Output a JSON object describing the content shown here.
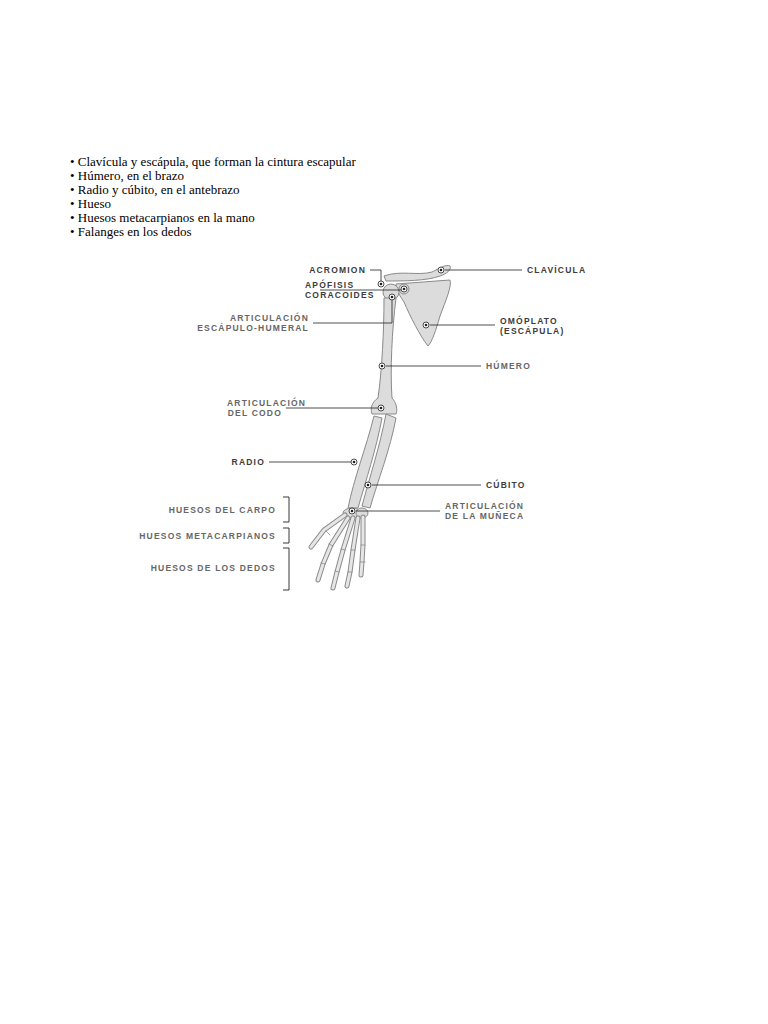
{
  "diagram": {
    "labels": [
      "• Clavícula y escápula, que forman la cintura escapular",
      "• Húmero, en el brazo",
      "• Radio y cúbito, en el antebrazo",
      "• Hueso",
      "• Huesos metacarpianos en la mano",
      "• Falanges en los dedos",
      "ACROMION",
      "APÓFISIS CORACOIDES",
      "ARTICULACIÓN ESCÁPULO-HUMERAL",
      "ARTICULACIÓN DEL CODO",
      "RADIO",
      "HUESOS DEL CARPO",
      "HUESOS METACARPIANOS",
      "HUESOS DE LOS DEDOS",
      "CLAVÍCULA",
      "OMÓPLATO (ESCÁPULA)",
      "HÚMERO",
      "CÚBITO",
      "ARTICULACIÓN DE LA MUÑECA"
    ]
  }
}
